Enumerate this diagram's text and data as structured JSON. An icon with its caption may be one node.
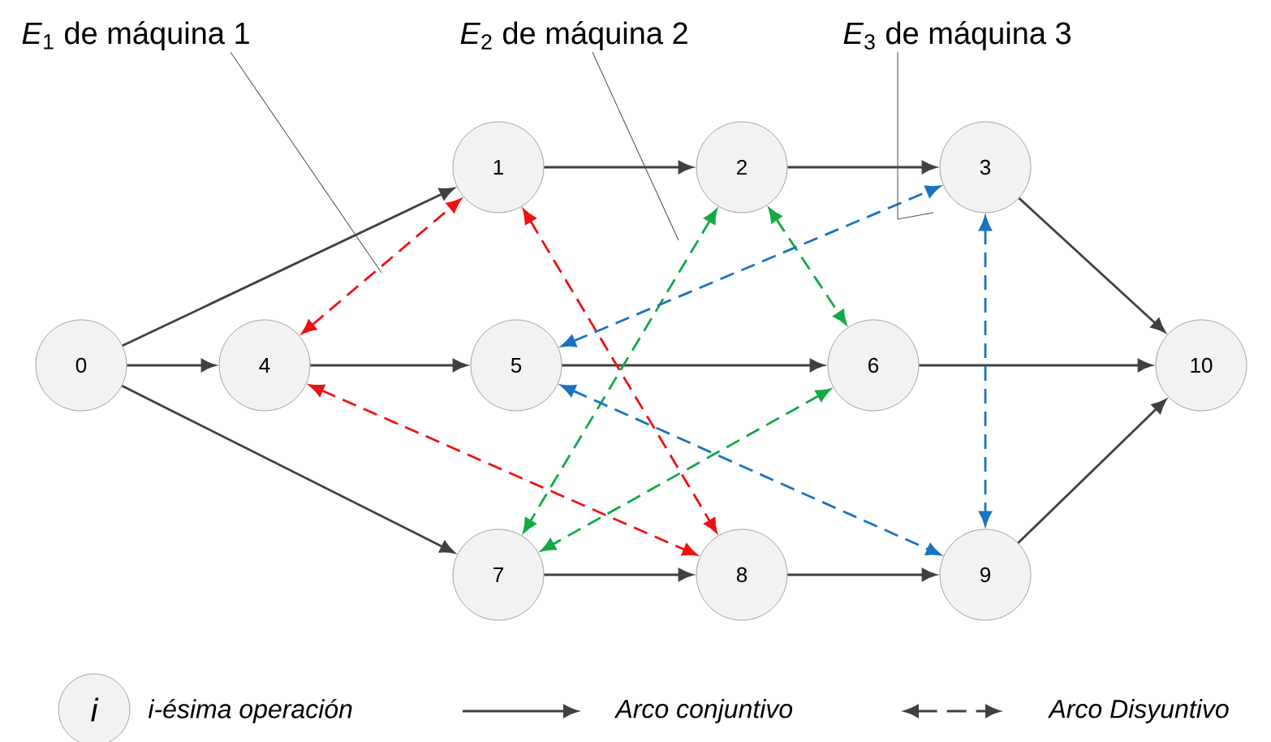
{
  "diagram": {
    "nodes": [
      {
        "text": [
          "*E*$_{1}$ de máquina 1"
        ]
      },
      {
        "text": [
          "*E*$_{2}$ de máquina 2"
        ]
      },
      {
        "text": [
          "*E*$_{3}$ de máquina 3"
        ]
      },
      {
        "text": [
          "0"
        ]
      },
      {
        "text": [
          "1"
        ]
      },
      {
        "text": [
          "2"
        ]
      },
      {
        "text": [
          "3"
        ]
      },
      {
        "text": [
          "4"
        ]
      },
      {
        "text": [
          "5"
        ]
      },
      {
        "text": [
          "6"
        ]
      },
      {
        "text": [
          "7"
        ]
      },
      {
        "text": [
          "8"
        ]
      },
      {
        "text": [
          "9"
        ]
      },
      {
        "text": [
          "10"
        ]
      }
    ],
    "edges": [
      {
        "from": 3,
        "to": 4,
        "arrow": "to"
      },
      {
        "from": 3,
        "to": 7,
        "arrow": "to"
      },
      {
        "from": 3,
        "to": 10,
        "arrow": "to"
      },
      {
        "from": 4,
        "to": 5,
        "arrow": "to"
      },
      {
        "from": 5,
        "to": 6,
        "arrow": "to"
      },
      {
        "from": 6,
        "to": 13,
        "arrow": "to"
      },
      {
        "from": 7,
        "to": 8,
        "arrow": "to"
      },
      {
        "from": 8,
        "to": 9,
        "arrow": "to"
      },
      {
        "from": 9,
        "to": 13,
        "arrow": "to"
      },
      {
        "from": 10,
        "to": 11,
        "arrow": "to"
      },
      {
        "from": 11,
        "to": 12,
        "arrow": "to"
      },
      {
        "from": 12,
        "to": 13,
        "arrow": "to"
      },
      {
        "from": 7,
        "to": 4,
        "arrow": "both",
        "style": "dashed",
        "color": "#ee1111"
      },
      {
        "from": 4,
        "to": 11,
        "arrow": "both",
        "style": "dashed",
        "color": "#ee1111"
      },
      {
        "from": 7,
        "to": 11,
        "arrow": "both",
        "style": "dashed",
        "color": "#ee1111"
      },
      {
        "from": 5,
        "to": 10,
        "arrow": "both",
        "style": "dashed",
        "color": "#11aa44"
      },
      {
        "from": 5,
        "to": 9,
        "arrow": "both",
        "style": "dashed",
        "color": "#11aa44"
      },
      {
        "from": 9,
        "to": 10,
        "arrow": "both",
        "style": "dashed",
        "color": "#11aa44"
      },
      {
        "from": 8,
        "to": 6,
        "arrow": "both",
        "style": "dashed",
        "color": "#1a73c0"
      },
      {
        "from": 6,
        "to": 12,
        "arrow": "both",
        "style": "dashed",
        "color": "#1a73c0"
      },
      {
        "from": 8,
        "to": 12,
        "arrow": "both",
        "style": "dashed",
        "color": "#1a73c0"
      },
      {
        "from": 0,
        "to": null,
        "arrow": "none"
      },
      {
        "from": 1,
        "to": null,
        "arrow": "none"
      },
      {
        "from": 2,
        "to": null,
        "arrow": "none"
      }
    ],
    "labels": [
      "i"
    ],
    "legend": [
      {
        "text": "i-ésima operación"
      },
      {
        "text": "Arco conjuntivo"
      },
      {
        "text": "Arco Disyuntivo"
      }
    ]
  }
}
